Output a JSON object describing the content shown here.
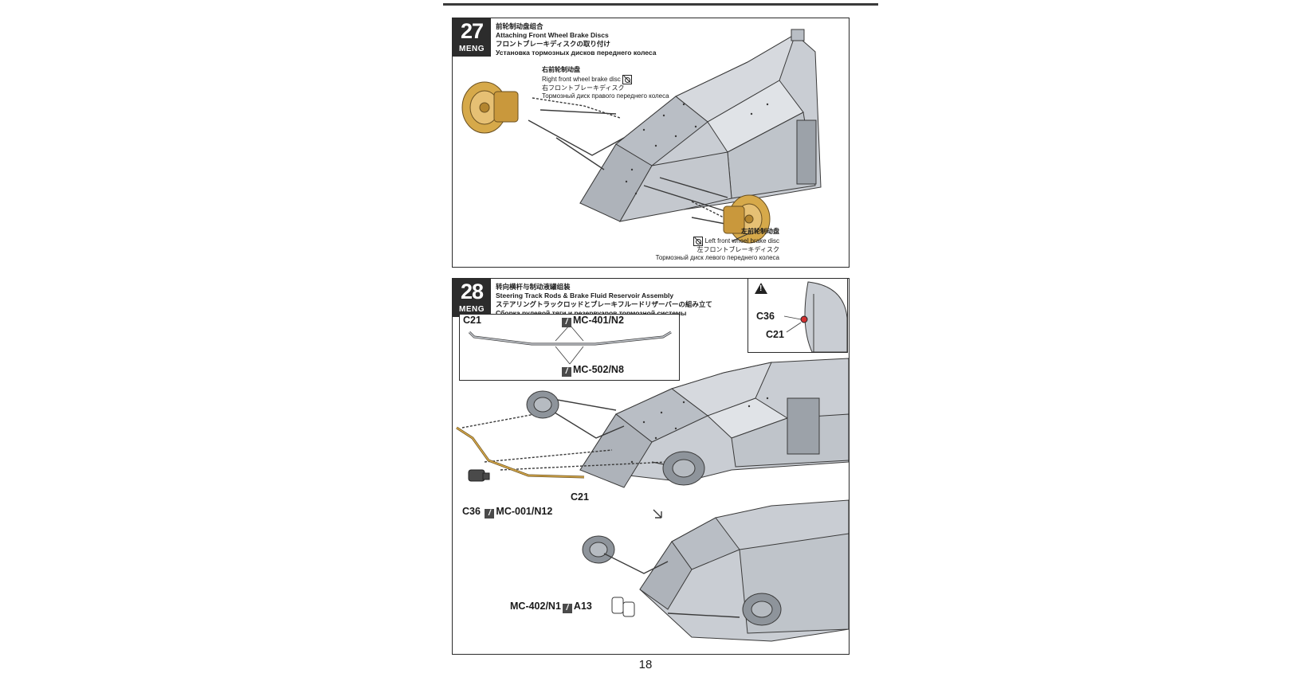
{
  "page": {
    "number": "18"
  },
  "step27": {
    "number": "27",
    "brand": "MENG",
    "title_zh": "前轮制动盘组合",
    "title_en": "Attaching Front Wheel Brake Discs",
    "title_ja": "フロントブレーキディスクの取り付け",
    "title_ru": "Установка тормозных дисков переднего колеса",
    "right_label": {
      "zh": "右前轮制动盘",
      "en": "Right front wheel brake disc",
      "ja": "右フロントブレーキディスク",
      "ru": "Тормозный диск правого переднего колеса",
      "icon": "reference-icon"
    },
    "left_label": {
      "zh": "左前轮制动盘",
      "en": "Left front wheel brake disc",
      "ja": "左フロントブレーキディスク",
      "ru": "Тормозный диск левого переднего колеса",
      "icon": "reference-icon"
    }
  },
  "step28": {
    "number": "28",
    "brand": "MENG",
    "title_zh": "转向横杆与制动液罐组装",
    "title_en": "Steering Track Rods & Brake Fluid Reservoir Assembly",
    "title_ja": "ステアリングトラックロッドとブレーキフルードリザーバーの組み立て",
    "title_ru": "Сборка рулевой тяги и резервуаров тормозной системы",
    "subassembly": {
      "part": "C21",
      "paint_top": "MC-401/N2",
      "paint_bottom": "MC-502/N8"
    },
    "inset": {
      "part_a": "C36",
      "part_b": "C21",
      "icon": "warning-icon"
    },
    "main_labels": {
      "c21": "C21",
      "c36": "C36",
      "c36_paint": "MC-001/N12"
    },
    "bottom_labels": {
      "paint": "MC-402/N1",
      "part": "A13"
    }
  },
  "colors": {
    "body": "#c9cdd3",
    "gold": "#d6a94a",
    "ink": "#2a2a2a",
    "accent_red": "#d23030"
  }
}
